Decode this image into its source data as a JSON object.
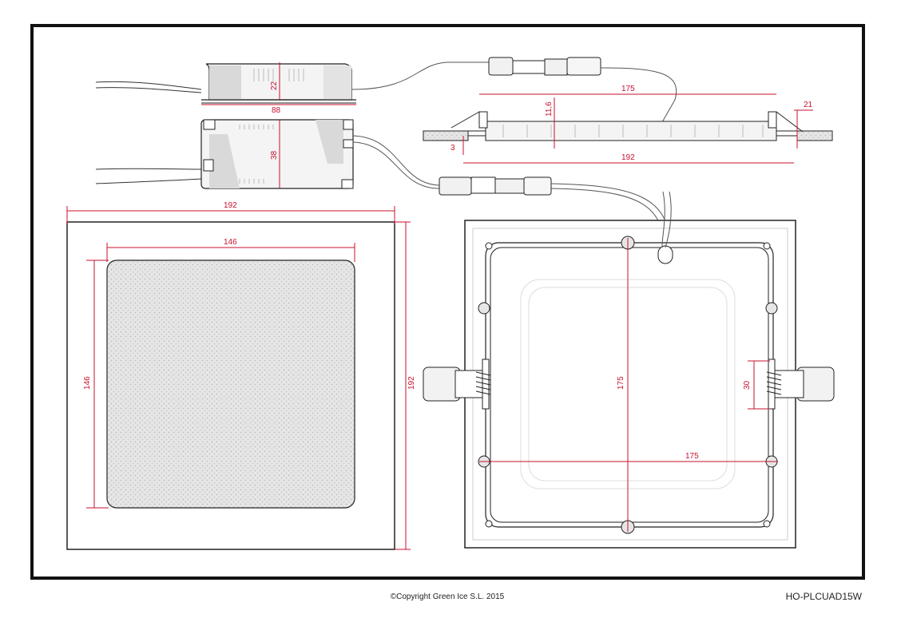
{
  "dimensions": {
    "driver_length": "88",
    "driver_height": "22",
    "driver_width": "38",
    "panel_side_top": "175",
    "panel_thickness": "11,6",
    "clip_height": "21",
    "flange_thickness": "3",
    "panel_outer_side": "192",
    "front_outer_width": "192",
    "front_inner_width": "146",
    "front_inner_height": "146",
    "front_outer_height": "192",
    "back_mount_vertical": "175",
    "back_mount_horizontal": "175",
    "spring_width": "30"
  },
  "footer": {
    "copyright": "©Copyright Green Ice S.L. 2015",
    "model_code": "HO-PLCUAD15W"
  },
  "colors": {
    "dimension": "#c8102e",
    "line": "#111111",
    "fill_gray": "#d9d9d9"
  }
}
